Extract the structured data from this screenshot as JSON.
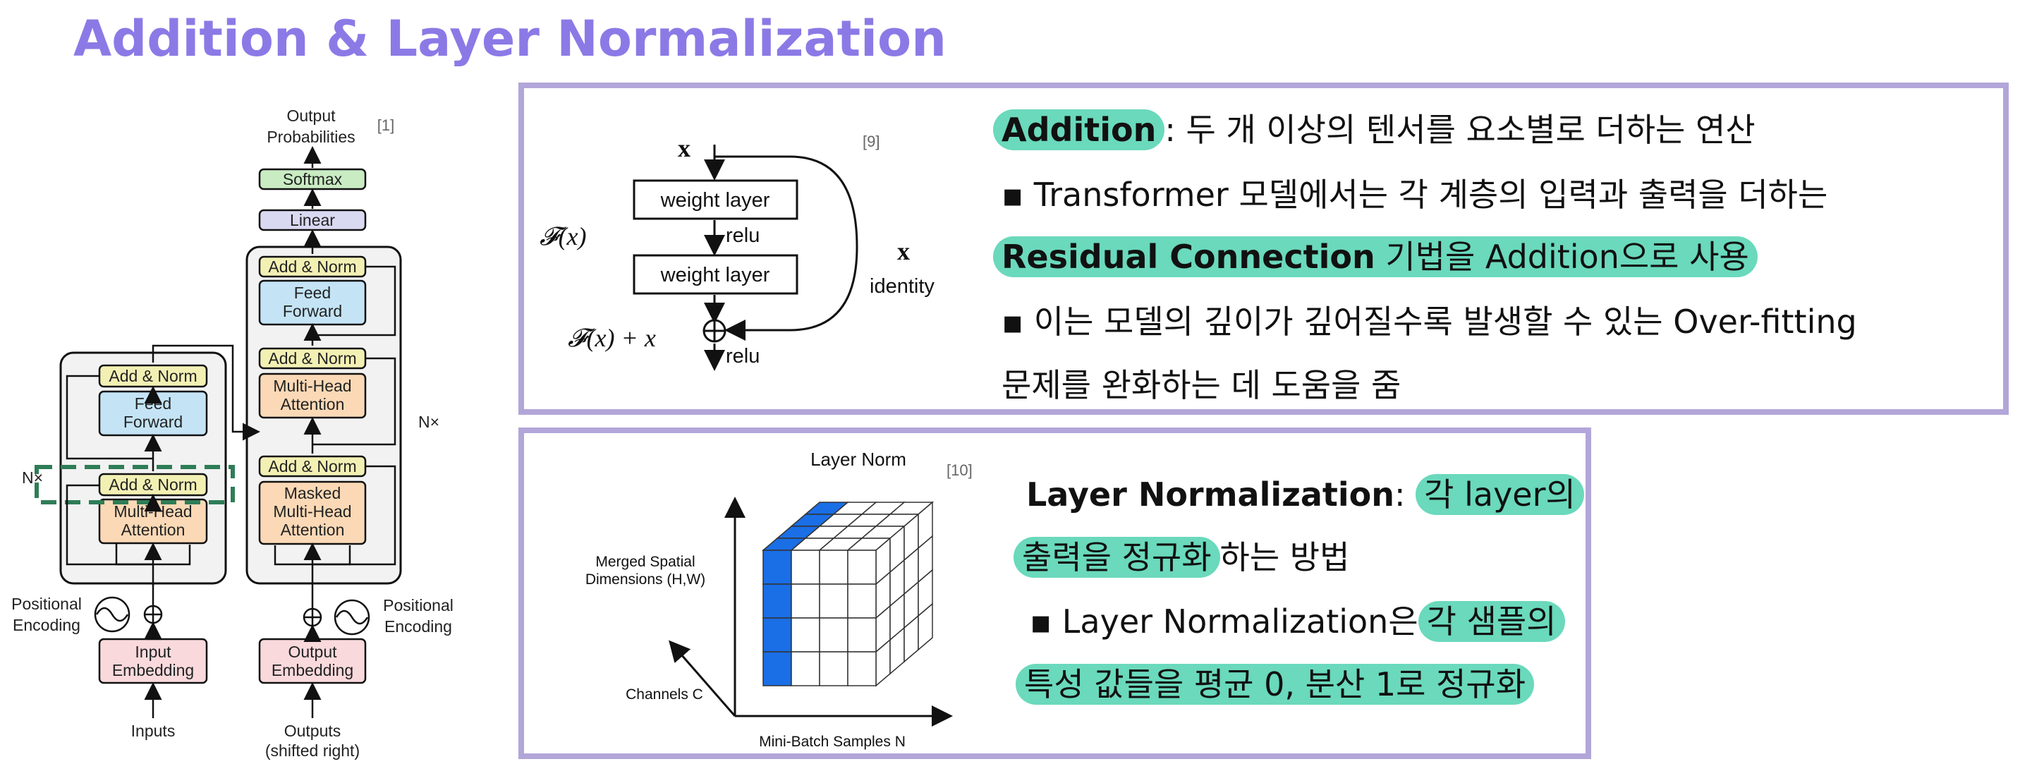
{
  "title": "Addition & Layer Normalization",
  "transformer": {
    "output_probabilities": [
      "Output",
      "Probabilities"
    ],
    "ref": "[1]",
    "softmax": "Softmax",
    "linear": "Linear",
    "add_norm": "Add & Norm",
    "feed_forward": [
      "Feed",
      "Forward"
    ],
    "multi_head": [
      "Multi-Head",
      "Attention"
    ],
    "masked_multi_head": [
      "Masked",
      "Multi-Head",
      "Attention"
    ],
    "nx": "N×",
    "positional_encoding": [
      "Positional",
      "Encoding"
    ],
    "input_embedding": [
      "Input",
      "Embedding"
    ],
    "output_embedding": [
      "Output",
      "Embedding"
    ],
    "inputs": "Inputs",
    "outputs": [
      "Outputs",
      "(shifted right)"
    ]
  },
  "residual": {
    "x": "x",
    "ref": "[9]",
    "weight_layer": "weight layer",
    "relu": "relu",
    "fx": "𝓕(x)",
    "fx_plus_x": "𝓕(x) + x",
    "identity": "identity"
  },
  "addition_text": {
    "line1_hl": "Addition",
    "line1_rest": ": 두 개 이상의 텐서를 요소별로 더하는 연산",
    "line2": "▪ Transformer 모델에서는 각 계층의 입력과 출력을 더하는",
    "line3_bold": "Residual Connection",
    "line3_rest": " 기법을 Addition으로 사용",
    "line4": "▪ 이는 모델의 깊이가 깊어질수록 발생할 수 있는 Over-fitting",
    "line5": "문제를 완화하는 데 도움을 줌"
  },
  "layernorm_fig": {
    "title": "Layer Norm",
    "ref": "[10]",
    "y_label": [
      "Merged Spatial",
      "Dimensions (H,W)"
    ],
    "z_label": "Channels C",
    "x_label": "Mini-Batch Samples N"
  },
  "layernorm_text": {
    "line1_bold": "Layer Normalization",
    "line1_colon": ":",
    "line1_hl": "각 layer의",
    "line2_hl": "출력을 정규화",
    "line2_rest": "하는 방법",
    "line3_pre": "▪ Layer Normalization은",
    "line3_hl": "각 샘플의",
    "line4_hl": "특성 값들을 평균 0, 분산 1로 정규화"
  },
  "colors": {
    "title": "#8b7ae6",
    "panel_border": "#b2a6d9",
    "highlight": "#6ad9bc",
    "add_norm": "#f3f0b4",
    "feed_forward": "#c4e4f5",
    "attention": "#fbd9b6",
    "embedding": "#f9d9dc",
    "softmax": "#c9ecc3",
    "linear": "#d9d9f2",
    "cube_blue": "#1a6ee6"
  }
}
